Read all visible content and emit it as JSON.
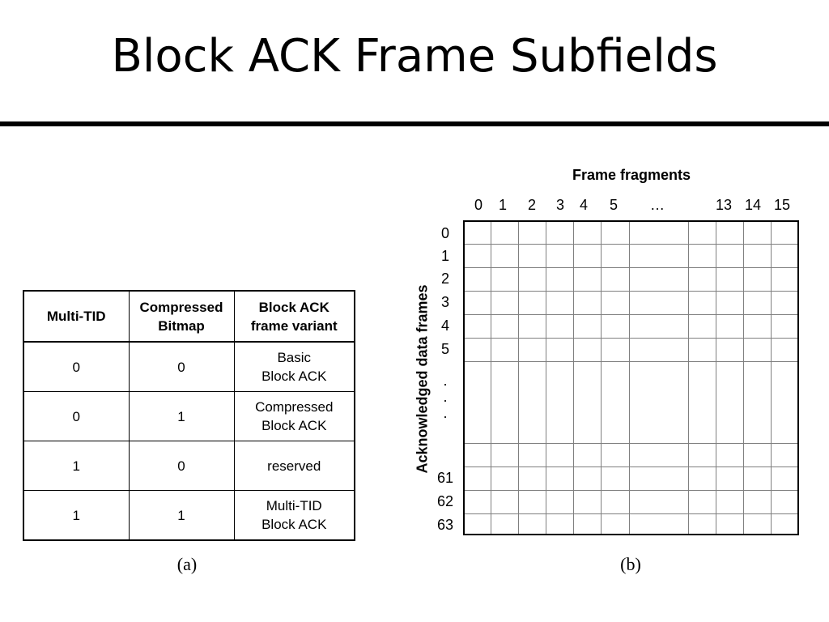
{
  "title": "Block ACK Frame Subfields",
  "table_a": {
    "headers": [
      "Multi-TID",
      "Compressed\nBitmap",
      "Block ACK\nframe variant"
    ],
    "rows": [
      [
        "0",
        "0",
        "Basic\nBlock ACK"
      ],
      [
        "0",
        "1",
        "Compressed\nBlock ACK"
      ],
      [
        "1",
        "0",
        "reserved"
      ],
      [
        "1",
        "1",
        "Multi-TID\nBlock ACK"
      ]
    ],
    "caption": "(a)"
  },
  "bitmap_b": {
    "x_title": "Frame fragments",
    "y_title": "Acknowledged data frames",
    "columns": [
      "0",
      "1",
      "2",
      "3",
      "4",
      "5",
      "…",
      "13",
      "14",
      "15"
    ],
    "rows_top": [
      "0",
      "1",
      "2",
      "3",
      "4",
      "5"
    ],
    "ellipsis": [
      "·",
      "·",
      "·"
    ],
    "rows_bottom": [
      "61",
      "62",
      "63"
    ],
    "caption": "(b)"
  }
}
